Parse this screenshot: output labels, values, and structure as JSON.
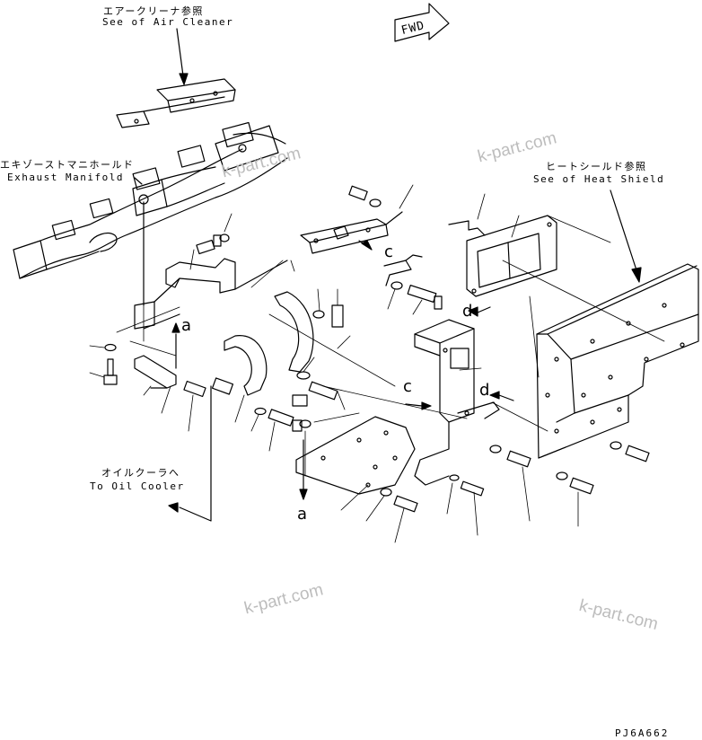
{
  "labels": {
    "air_cleaner_jp": "エアークリーナ参照",
    "air_cleaner_en": "See of Air Cleaner",
    "manifold_jp": "エキゾーストマニホールド",
    "manifold_en": "Exhaust Manifold",
    "heat_shield_jp": "ヒートシールド参照",
    "heat_shield_en": "See of Heat Shield",
    "oil_cooler_jp": "オイルクーラへ",
    "oil_cooler_en": "To Oil Cooler"
  },
  "references": {
    "a_upper": "a",
    "a_lower": "a",
    "c_upper": "c",
    "c_lower": "c",
    "d_upper": "d",
    "d_lower": "d"
  },
  "fwd_label": "FWD",
  "watermarks": [
    "k-part.com",
    "k-part.com",
    "k-part.com",
    "k-part.com"
  ],
  "drawing_code": "PJ6A662",
  "icons": {
    "forward_arrow": "fwd-arrow-icon"
  }
}
